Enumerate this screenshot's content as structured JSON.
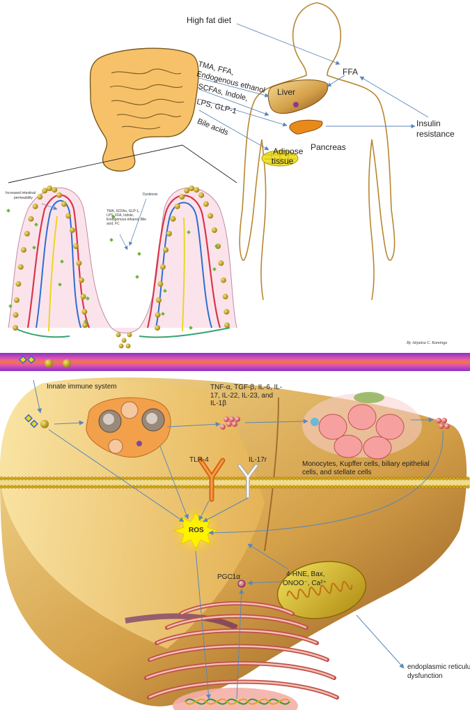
{
  "top": {
    "high_fat_diet": "High fat diet",
    "ffa": "FFA",
    "gut_outputs": [
      "TMA, FFA,",
      "Endogenous ethanol",
      "SCFAs, Indole,",
      "LPS, GLP-1",
      "Bile acids"
    ],
    "liver": "Liver",
    "pancreas": "Pancreas",
    "adipose_line1": "Adipose",
    "adipose_line2": "tissue",
    "insulin_line1": "Insulin",
    "insulin_line2": "resistance"
  },
  "villi": {
    "increased_permeability_line1": "Increased intestinal",
    "increased_permeability_line2": "permeability",
    "dysbiosis": "Dysbiosis",
    "metabolites": "TMA, SCFAs, GLP-1, LPS, FFA, Indole, Endogenous ethanol, Bile acid, FC"
  },
  "signature": "By Atipatsa C. Kaminga",
  "bottom": {
    "innate_immune": "Innate immune system",
    "cytokines": "TNF-α, TGF-β, IL-6, IL-17, IL-22, IL-23, and IL-1β",
    "tlr4": "TLR-4",
    "il17r": "IL-17r",
    "monocytes": "Monocytes, Kupffer cells, biliary epithelial cells, and stellate cells",
    "ros": "ROS",
    "pgc1a": "PGC1α",
    "mito_factors_1": "4-HNE, Bax,",
    "mito_factors_2": "ONOO⁻, Ca²⁺",
    "er_line1": "endoplasmic reticulum",
    "er_line2": "dysfunction"
  },
  "colors": {
    "arrow": "#5b86b8",
    "body_outline": "#b8862f",
    "gut": "#f7c16a",
    "liver": "#c8923c",
    "ros": "#fff200",
    "membrane": "#d4a514",
    "vessel_band": "#b13ad6",
    "diamond": "#3b66c4"
  },
  "icons": [
    "intestine-icon",
    "liver-icon",
    "pancreas-icon",
    "adipose-icon",
    "human-silhouette-icon",
    "villi-icon",
    "immune-cell-icon",
    "tlr4-receptor-icon",
    "il17r-receptor-icon",
    "mitochondrion-icon",
    "er-icon",
    "dna-icon",
    "ros-burst-icon"
  ]
}
